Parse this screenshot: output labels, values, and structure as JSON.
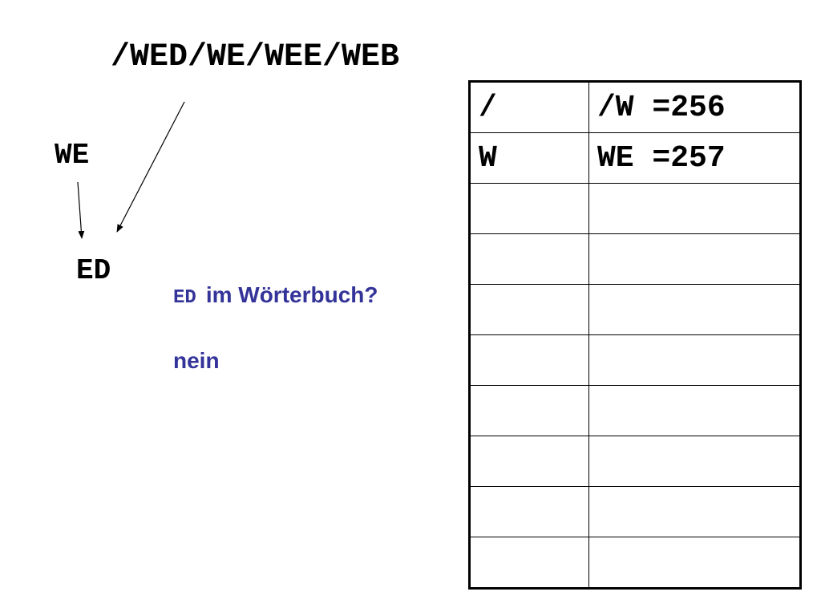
{
  "input_string": "/WED/WE/WEE/WEB",
  "current_word": "WE",
  "candidate_word": "ED",
  "question": {
    "code": "ED",
    "text": "im Wörterbuch?"
  },
  "answer": "nein",
  "colors": {
    "text": "#000000",
    "question": "#333399"
  },
  "dictionary": {
    "rows": [
      {
        "key": "/",
        "value": "/W =256"
      },
      {
        "key": "W",
        "value": "WE =257"
      },
      {
        "key": "",
        "value": ""
      },
      {
        "key": "",
        "value": ""
      },
      {
        "key": "",
        "value": ""
      },
      {
        "key": "",
        "value": ""
      },
      {
        "key": "",
        "value": ""
      },
      {
        "key": "",
        "value": ""
      },
      {
        "key": "",
        "value": ""
      },
      {
        "key": "",
        "value": ""
      }
    ]
  }
}
